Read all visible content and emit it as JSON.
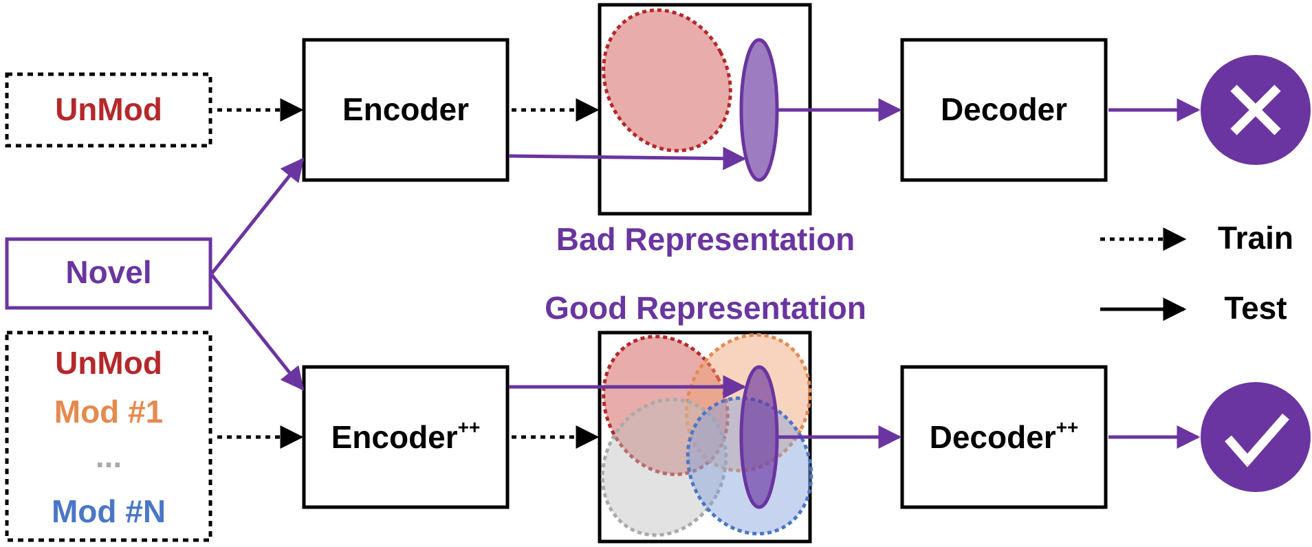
{
  "labels": {
    "unmod_top": "UnMod",
    "novel": "Novel",
    "unmod_bottom": "UnMod",
    "mod_1": "Mod #1",
    "ellipsis": "...",
    "mod_n": "Mod #N",
    "encoder": "Encoder",
    "encoder_pp_base": "Encoder",
    "encoder_pp_sup": "++",
    "decoder": "Decoder",
    "decoder_pp_base": "Decoder",
    "decoder_pp_sup": "++",
    "bad_representation": "Bad Representation",
    "good_representation": "Good Representation",
    "legend_train": "Train",
    "legend_test": "Test"
  },
  "colors": {
    "purple": "#6a35a0",
    "red": "#b5282a",
    "orange": "#e58a4e",
    "gray": "#aaaaaa",
    "blue": "#4a76c6",
    "black": "#000000"
  },
  "icons": {
    "bad_outcome": "x-mark-icon",
    "good_outcome": "check-mark-icon"
  }
}
